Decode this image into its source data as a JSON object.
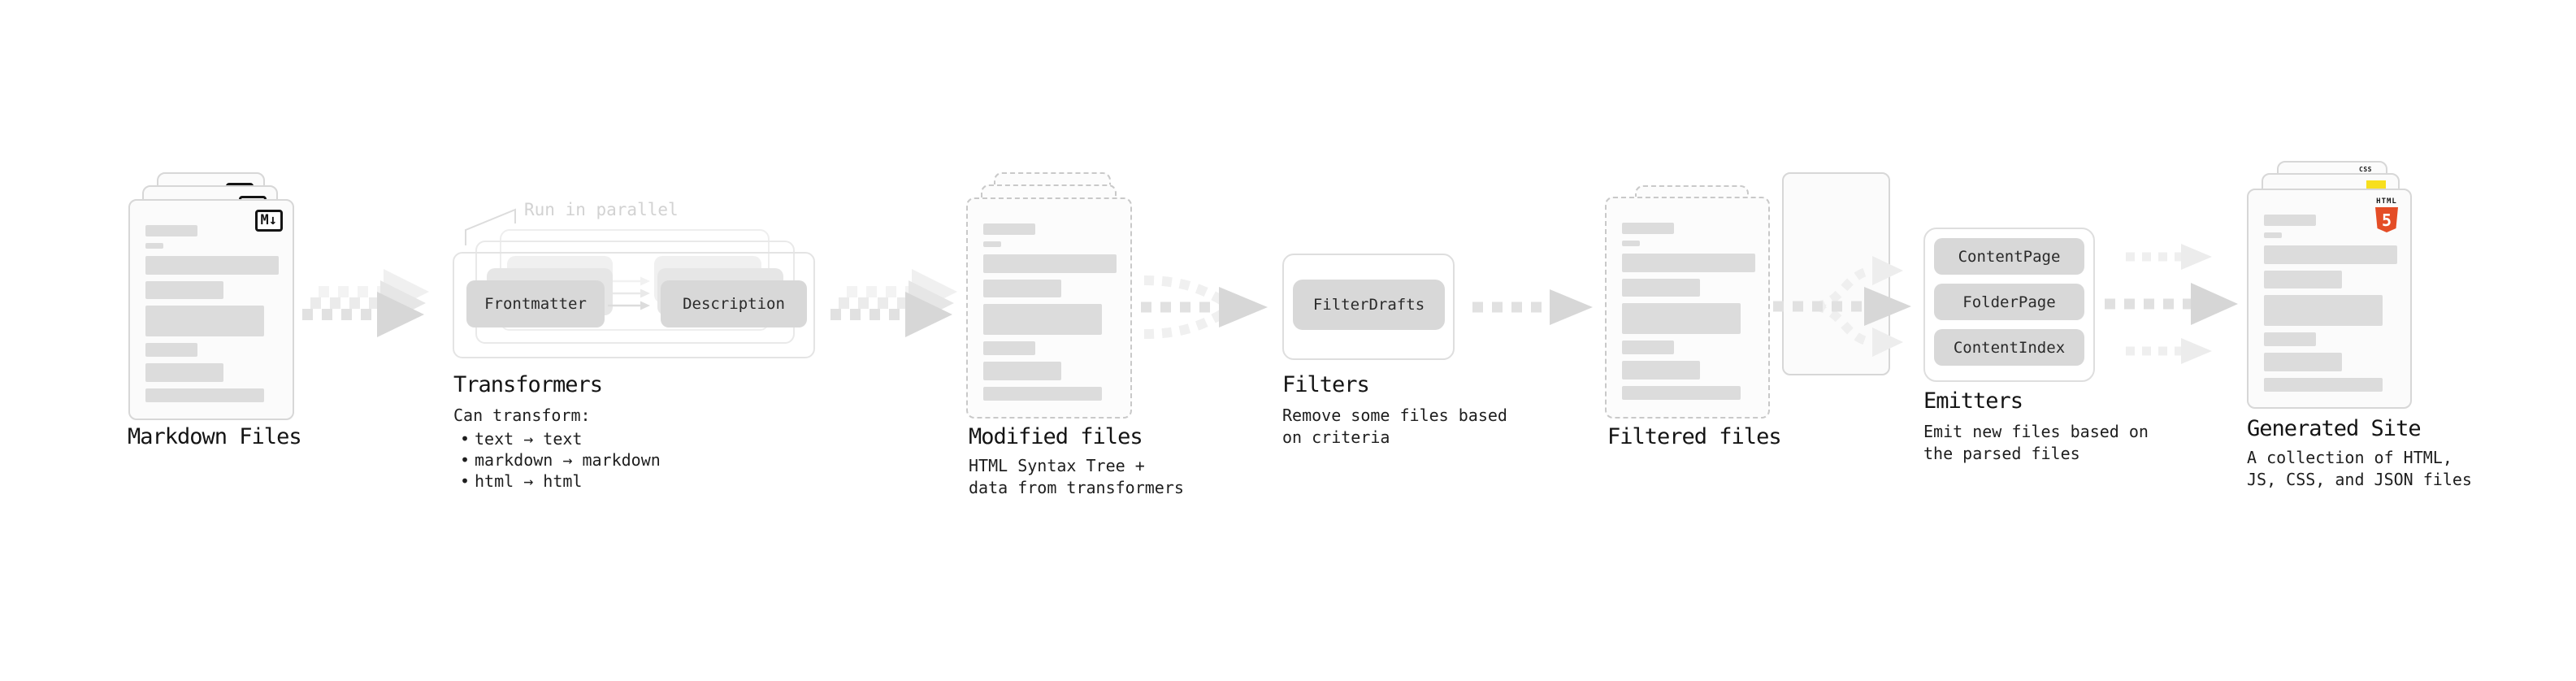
{
  "pipeline": {
    "markdown": {
      "label": "Markdown Files",
      "badge": "M↓"
    },
    "transformers": {
      "annotation": "Run in parallel",
      "pill_left": "Frontmatter",
      "pill_right": "Description",
      "label": "Transformers",
      "desc_title": "Can transform:",
      "bullets": [
        "text → text",
        "markdown → markdown",
        "html → html"
      ]
    },
    "modified": {
      "label": "Modified files",
      "desc": "HTML Syntax Tree +\ndata from transformers"
    },
    "filters": {
      "label": "Filters",
      "pill": "FilterDrafts",
      "desc": "Remove some files based\non criteria"
    },
    "filtered": {
      "label": "Filtered files"
    },
    "emitters": {
      "label": "Emitters",
      "pills": [
        "ContentPage",
        "FolderPage",
        "ContentIndex"
      ],
      "desc": "Emit new files based on\nthe parsed files"
    },
    "generated": {
      "label": "Generated Site",
      "desc": "A collection of HTML,\nJS, CSS, and JSON files",
      "css_badge": "CSS",
      "html_badge_title": "HTML",
      "html_badge_number": "5"
    }
  },
  "colors": {
    "html5_orange": "#e44d26",
    "js_yellow": "#f7df1e",
    "css_blue": "#2d6bf2"
  }
}
